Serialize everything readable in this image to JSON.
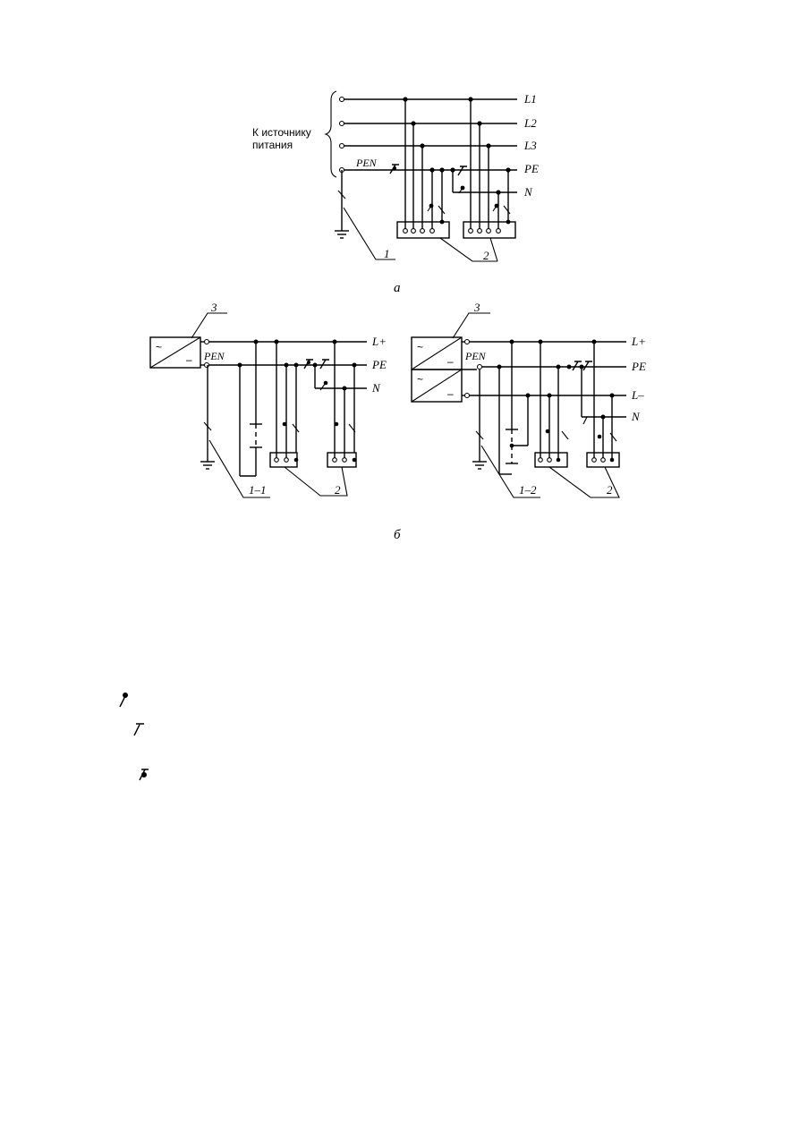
{
  "diagram_a": {
    "source_label": "К источнику питания",
    "source_label_line1": "К источнику",
    "source_label_line2": "питания",
    "conductors": [
      "L1",
      "L2",
      "L3",
      "PE",
      "N"
    ],
    "pen_label": "PEN",
    "callouts": [
      "1",
      "2"
    ],
    "caption": "а"
  },
  "diagram_b_left": {
    "conductors": [
      "L+",
      "PE",
      "N"
    ],
    "pen_label": "PEN",
    "source_symbols": [
      "~",
      "–"
    ],
    "callouts": [
      "3",
      "1–1",
      "2"
    ]
  },
  "diagram_b_right": {
    "conductors": [
      "L+",
      "PE",
      "L–",
      "N"
    ],
    "pen_label": "PEN",
    "source_symbols": [
      "~",
      "–",
      "~",
      "–"
    ],
    "callouts": [
      "3",
      "1–2",
      "2"
    ]
  },
  "caption_b": "б",
  "legend": {
    "symbols": [
      "pe-conductor-symbol",
      "n-conductor-symbol",
      "pen-conductor-symbol"
    ]
  }
}
